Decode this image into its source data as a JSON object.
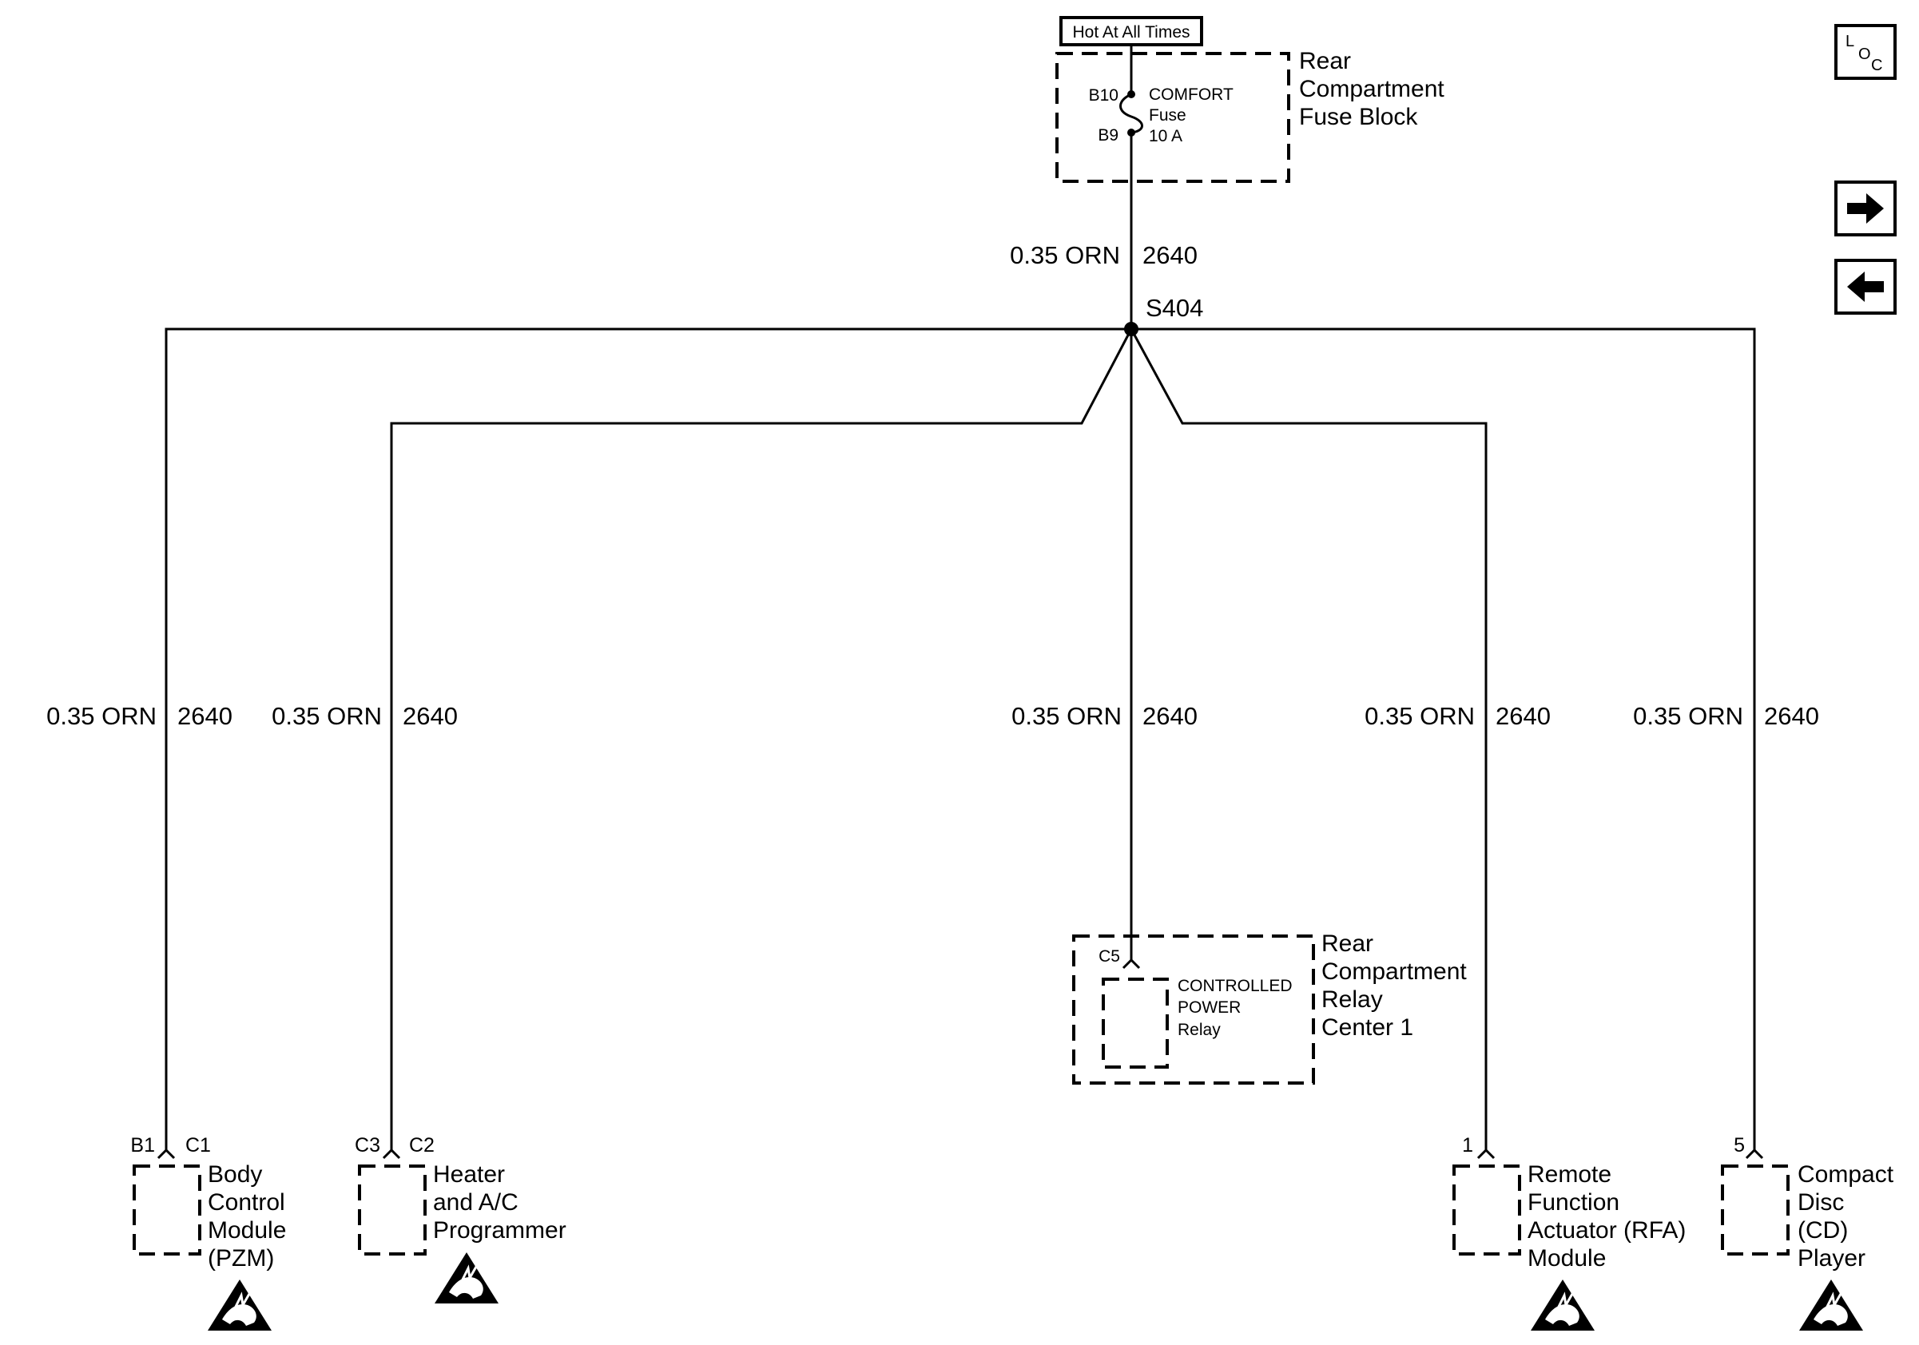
{
  "power": {
    "hot_label": "Hot At All Times",
    "fuse_block": {
      "lines": [
        "Rear",
        "Compartment",
        "Fuse Block"
      ]
    },
    "fuse": {
      "pin_in": "B10",
      "pin_out": "B9",
      "lines": [
        "COMFORT",
        "Fuse",
        "10 A"
      ]
    }
  },
  "trunk_wire": {
    "size_color": "0.35 ORN",
    "circuit": "2640"
  },
  "splice": {
    "id": "S404"
  },
  "branches": {
    "bcm": {
      "size_color": "0.35 ORN",
      "circuit": "2640"
    },
    "hvac": {
      "size_color": "0.35 ORN",
      "circuit": "2640"
    },
    "relay": {
      "size_color": "0.35 ORN",
      "circuit": "2640"
    },
    "rfa": {
      "size_color": "0.35 ORN",
      "circuit": "2640"
    },
    "cd": {
      "size_color": "0.35 ORN",
      "circuit": "2640"
    }
  },
  "relay_center": {
    "pin": "C5",
    "relay_lines": [
      "CONTROLLED",
      "POWER",
      "Relay"
    ],
    "center_lines": [
      "Rear",
      "Compartment",
      "Relay",
      "Center 1"
    ]
  },
  "components": {
    "bcm": {
      "pin": "B1",
      "connector": "C1",
      "lines": [
        "Body",
        "Control",
        "Module",
        "(PZM)"
      ],
      "esd_icon": "esd-sensitive-icon"
    },
    "hvac": {
      "pin": "C3",
      "connector": "C2",
      "lines": [
        "Heater",
        "and A/C",
        "Programmer"
      ],
      "esd_icon": "esd-sensitive-icon"
    },
    "rfa": {
      "pin": "1",
      "lines": [
        "Remote",
        "Function",
        "Actuator (RFA)",
        "Module"
      ],
      "esd_icon": "esd-sensitive-icon"
    },
    "cd": {
      "pin": "5",
      "lines": [
        "Compact",
        "Disc",
        "(CD)",
        "Player"
      ],
      "esd_icon": "esd-sensitive-icon"
    }
  },
  "nav": {
    "loc_label_top": "L",
    "loc_label_mid": "O",
    "loc_label_bot": "C",
    "next_icon": "arrow-right-icon",
    "prev_icon": "arrow-left-icon"
  }
}
